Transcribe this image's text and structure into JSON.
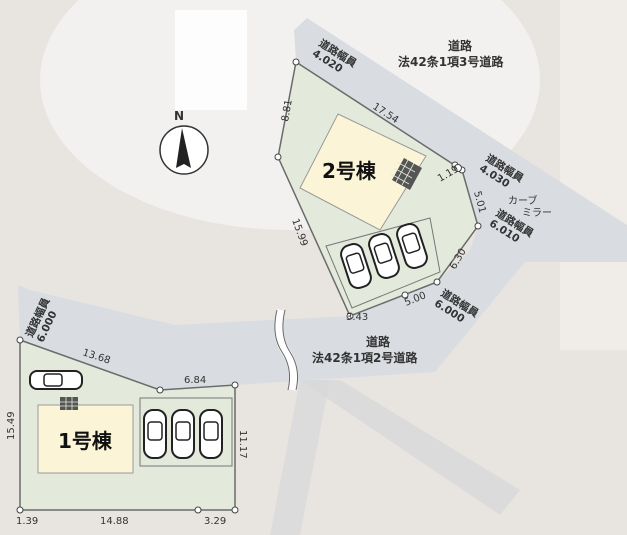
{
  "roads": {
    "top": {
      "line1": "道路",
      "line2": "法42条1項3号道路"
    },
    "bottom": {
      "line1": "道路",
      "line2": "法42条1項2号道路"
    }
  },
  "road_widths": {
    "w4020": {
      "label": "道路幅員",
      "value": "4.020"
    },
    "w4030": {
      "label": "道路幅員",
      "value": "4.030"
    },
    "w6010": {
      "label": "道路幅員",
      "value": "6.010"
    },
    "w6000_right": {
      "label": "道路幅員",
      "value": "6.000"
    },
    "w6000_left": {
      "label": "道路幅員",
      "value": "6.000"
    }
  },
  "curve_mirror": {
    "line1": "カーブ",
    "line2": "ミラー"
  },
  "buildings": {
    "lot2": "2号棟",
    "lot1": "1号棟"
  },
  "dimensions": {
    "d881": "8.81",
    "d1754": "17.54",
    "d119": "1.19",
    "d501": "5.01",
    "d630": "6.30",
    "d500": "5.00",
    "d343": "3.43",
    "d1599": "15.99",
    "d1368": "13.68",
    "d684": "6.84",
    "d1549": "15.49",
    "d1117": "11.17",
    "d139": "1.39",
    "d1488": "14.88",
    "d329": "3.29"
  },
  "compass": {
    "north": "N"
  },
  "colors": {
    "lot_fill": "#e3eadb",
    "lot_stroke": "#6b6b6b",
    "road_fill": "#d9dde2",
    "building_fill": "#fbf4d6",
    "text": "#333333",
    "background": "#e9e5e1"
  }
}
